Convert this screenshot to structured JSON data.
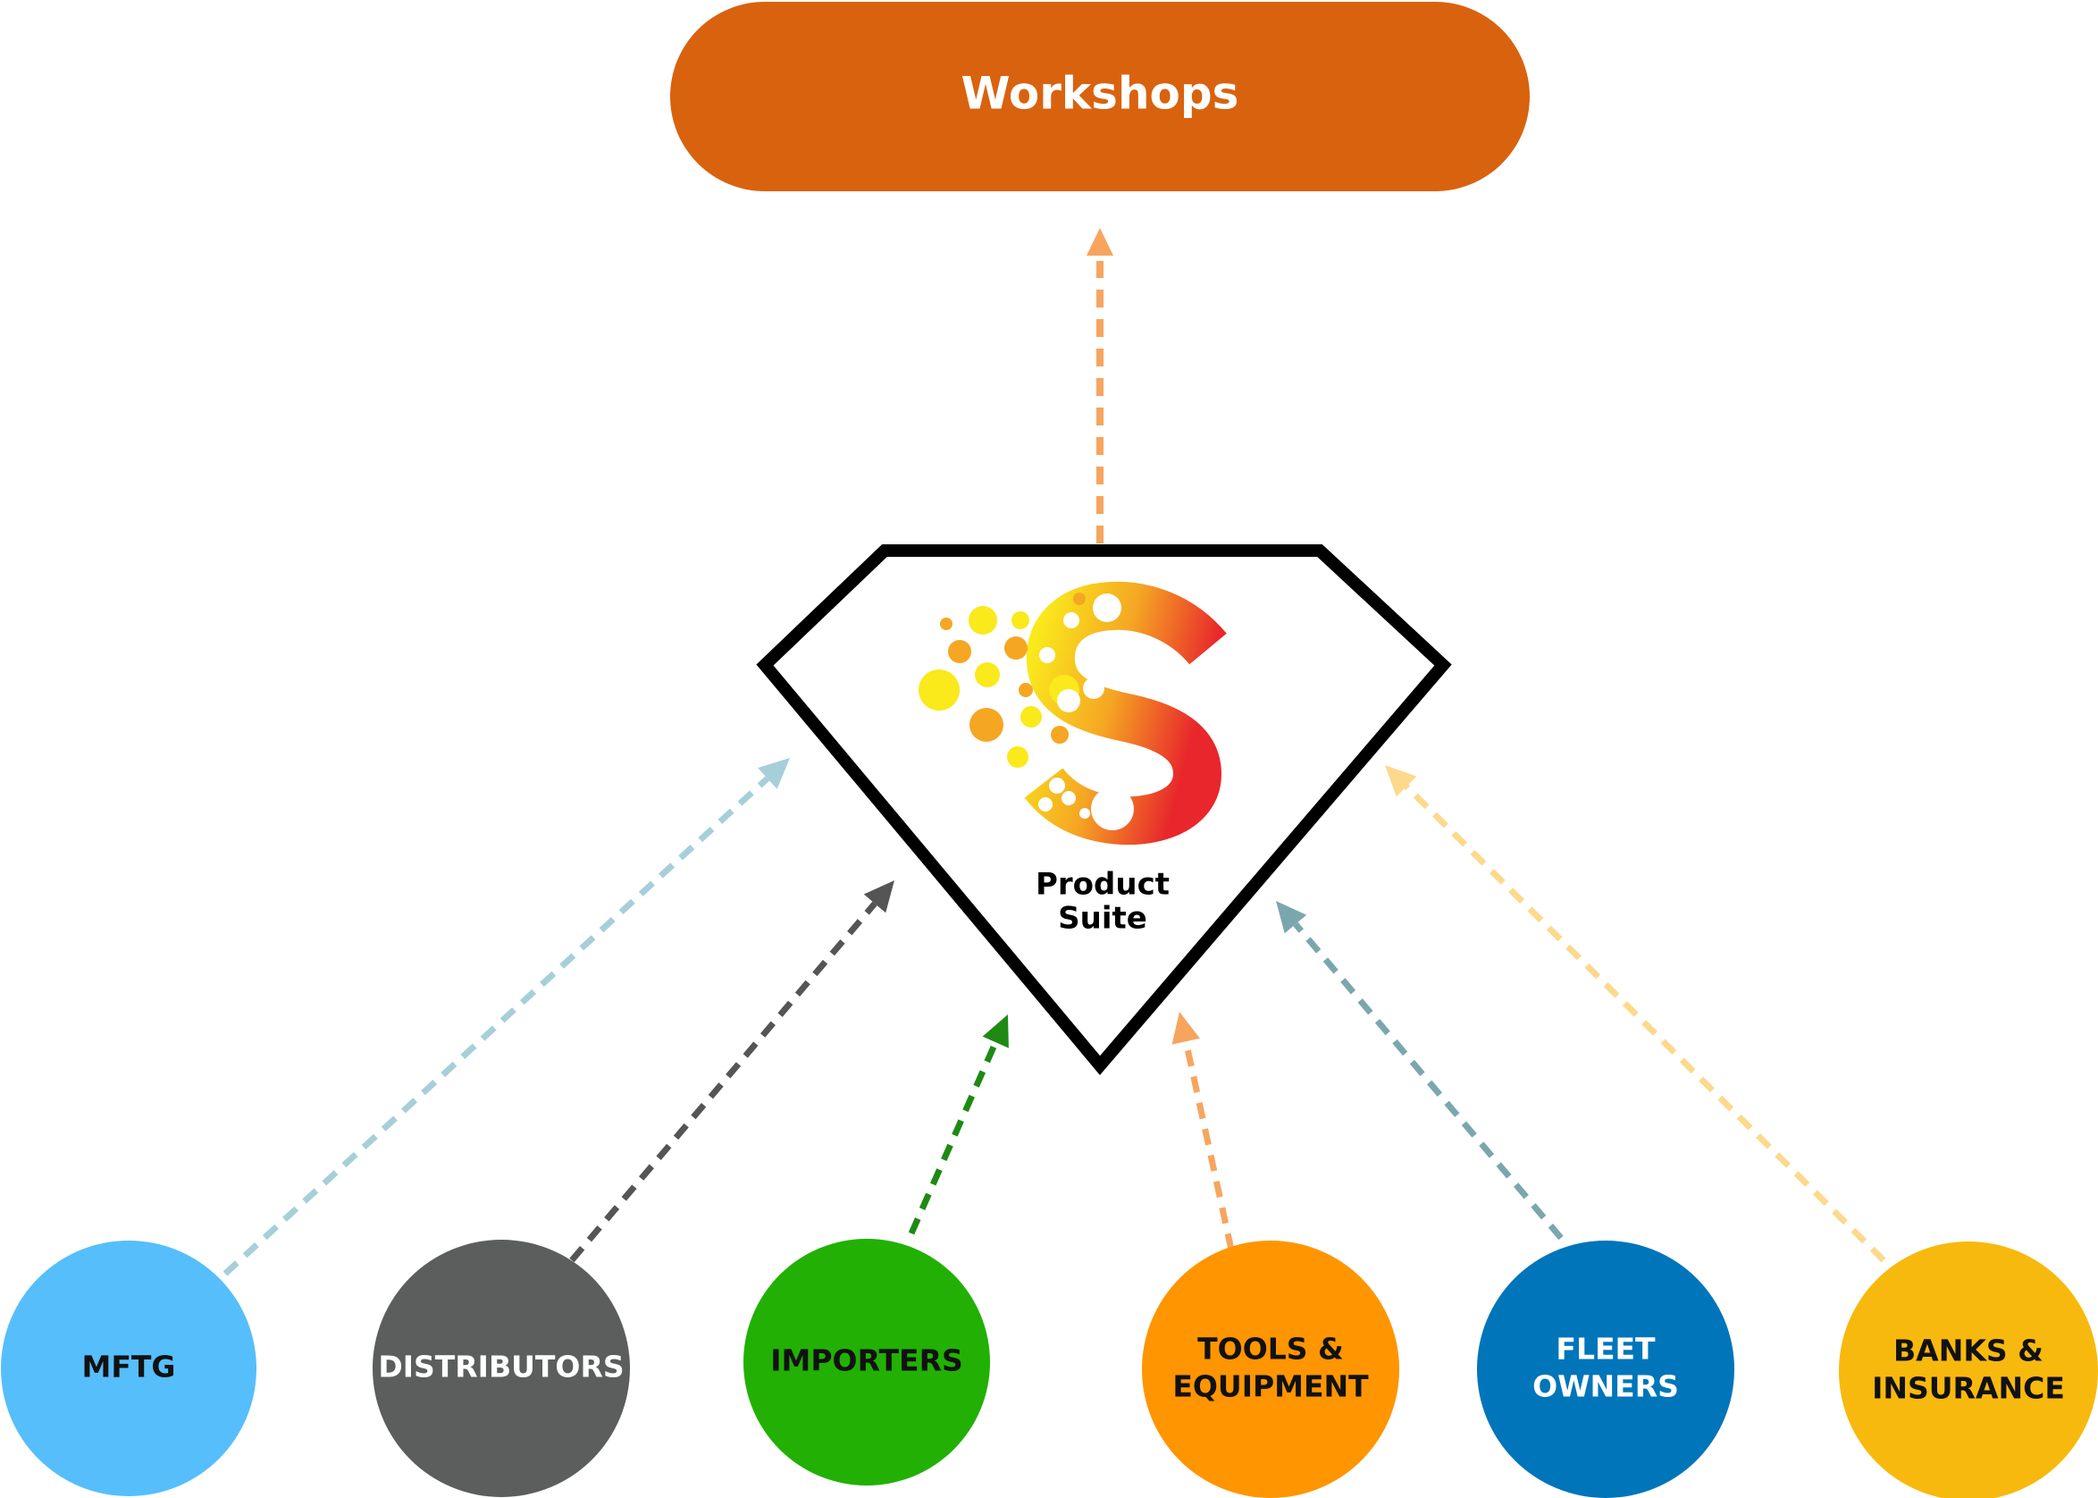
{
  "top_node": {
    "label": "Workshops",
    "color": "#D9620F"
  },
  "center": {
    "label_line1": "Product",
    "label_line2": "Suite",
    "logo_letter_colors": [
      "#FAE91B",
      "#F5A623",
      "#E8262C"
    ]
  },
  "top_arrow_color": "#F7A55E",
  "nodes": [
    {
      "id": "mftg",
      "lines": [
        "MFTG"
      ],
      "color": "#56BEFB",
      "text_color": "#111111",
      "arrow_color": "#A6CFD9"
    },
    {
      "id": "distributors",
      "lines": [
        "DISTRIBUTORS"
      ],
      "color": "#5B5E5D",
      "text_color": "#FFFFFF",
      "arrow_color": "#555555"
    },
    {
      "id": "importers",
      "lines": [
        "IMPORTERS"
      ],
      "color": "#22B004",
      "text_color": "#111111",
      "arrow_color": "#1E8A13"
    },
    {
      "id": "tools",
      "lines": [
        "TOOLS &",
        "EQUIPMENT"
      ],
      "color": "#FF9500",
      "text_color": "#111111",
      "arrow_color": "#F7A55E"
    },
    {
      "id": "fleet",
      "lines": [
        "FLEET",
        "OWNERS"
      ],
      "color": "#0075BA",
      "text_color": "#FFFFFF",
      "arrow_color": "#7AA7AD"
    },
    {
      "id": "banks",
      "lines": [
        "BANKS &",
        "INSURANCE"
      ],
      "color": "#F7B90D",
      "text_color": "#111111",
      "arrow_color": "#FCD98D"
    }
  ]
}
